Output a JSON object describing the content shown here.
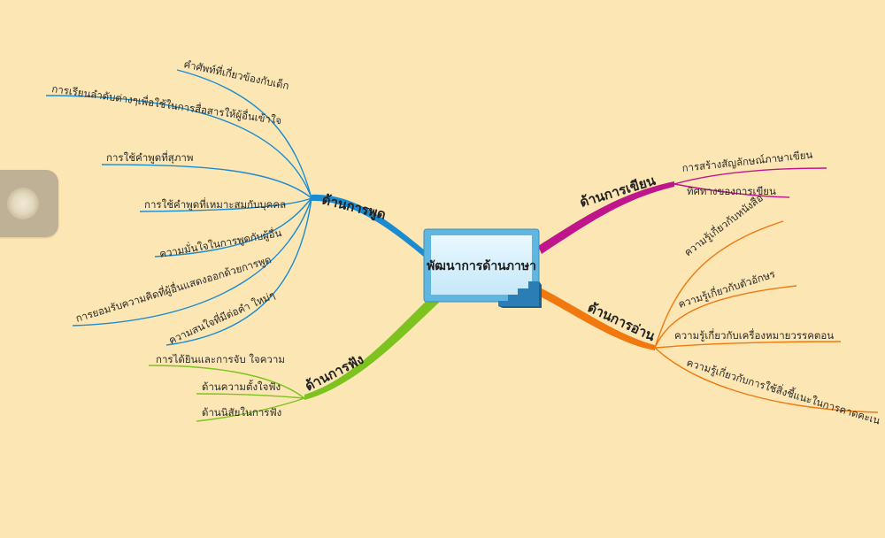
{
  "center": {
    "label": "พัฒนาการด้านภาษา"
  },
  "branches": {
    "speaking": {
      "label": "ด้านการพูด",
      "color": "#1b8bd0",
      "items": [
        "คำศัพท์ที่เกี่ยวข้องกับเด็ก",
        "การเรียนลำดับต่างๆเพื่อใช้ในการสื่อสารให้ผู้อื่นเข้าใจ",
        "การใช้คำพูดที่สุภาพ",
        "การใช้คำพูดที่เหมาะสมกับบุคคล",
        "ความมั่นใจในการพูดกับผู้อื่น",
        "การยอมรับความคิดที่ผู้อื่นแสดงออกด้วยการพูด",
        "ความสนใจที่มีต่อคำ ใหม่ๆ"
      ]
    },
    "listening": {
      "label": "ด้านการฟัง",
      "color": "#7cc31f",
      "items": [
        "การได้ยินและการจับ ใจความ",
        "ด้านความตั้งใจฟัง",
        "ด้านนิสัยในการฟัง"
      ]
    },
    "writing": {
      "label": "ด้านการเขียน",
      "color": "#c0168c",
      "items": [
        "การสร้างสัญลักษณ์ภาษาเขียน",
        "ทิศทางของการเขียน"
      ]
    },
    "reading": {
      "label": "ด้านการอ่าน",
      "color": "#f0780e",
      "items": [
        "ความรู้เกี่ยวกับหนังสือ",
        "ความรู้เกี่ยวกับตัวอักษร",
        "ความรู้เกี่ยวกับเครื่องหมายวรรคตอน",
        "ความรู้เกี่ยวกับการใช้สิ่งชี้แนะในการคาดคะเน"
      ]
    }
  }
}
